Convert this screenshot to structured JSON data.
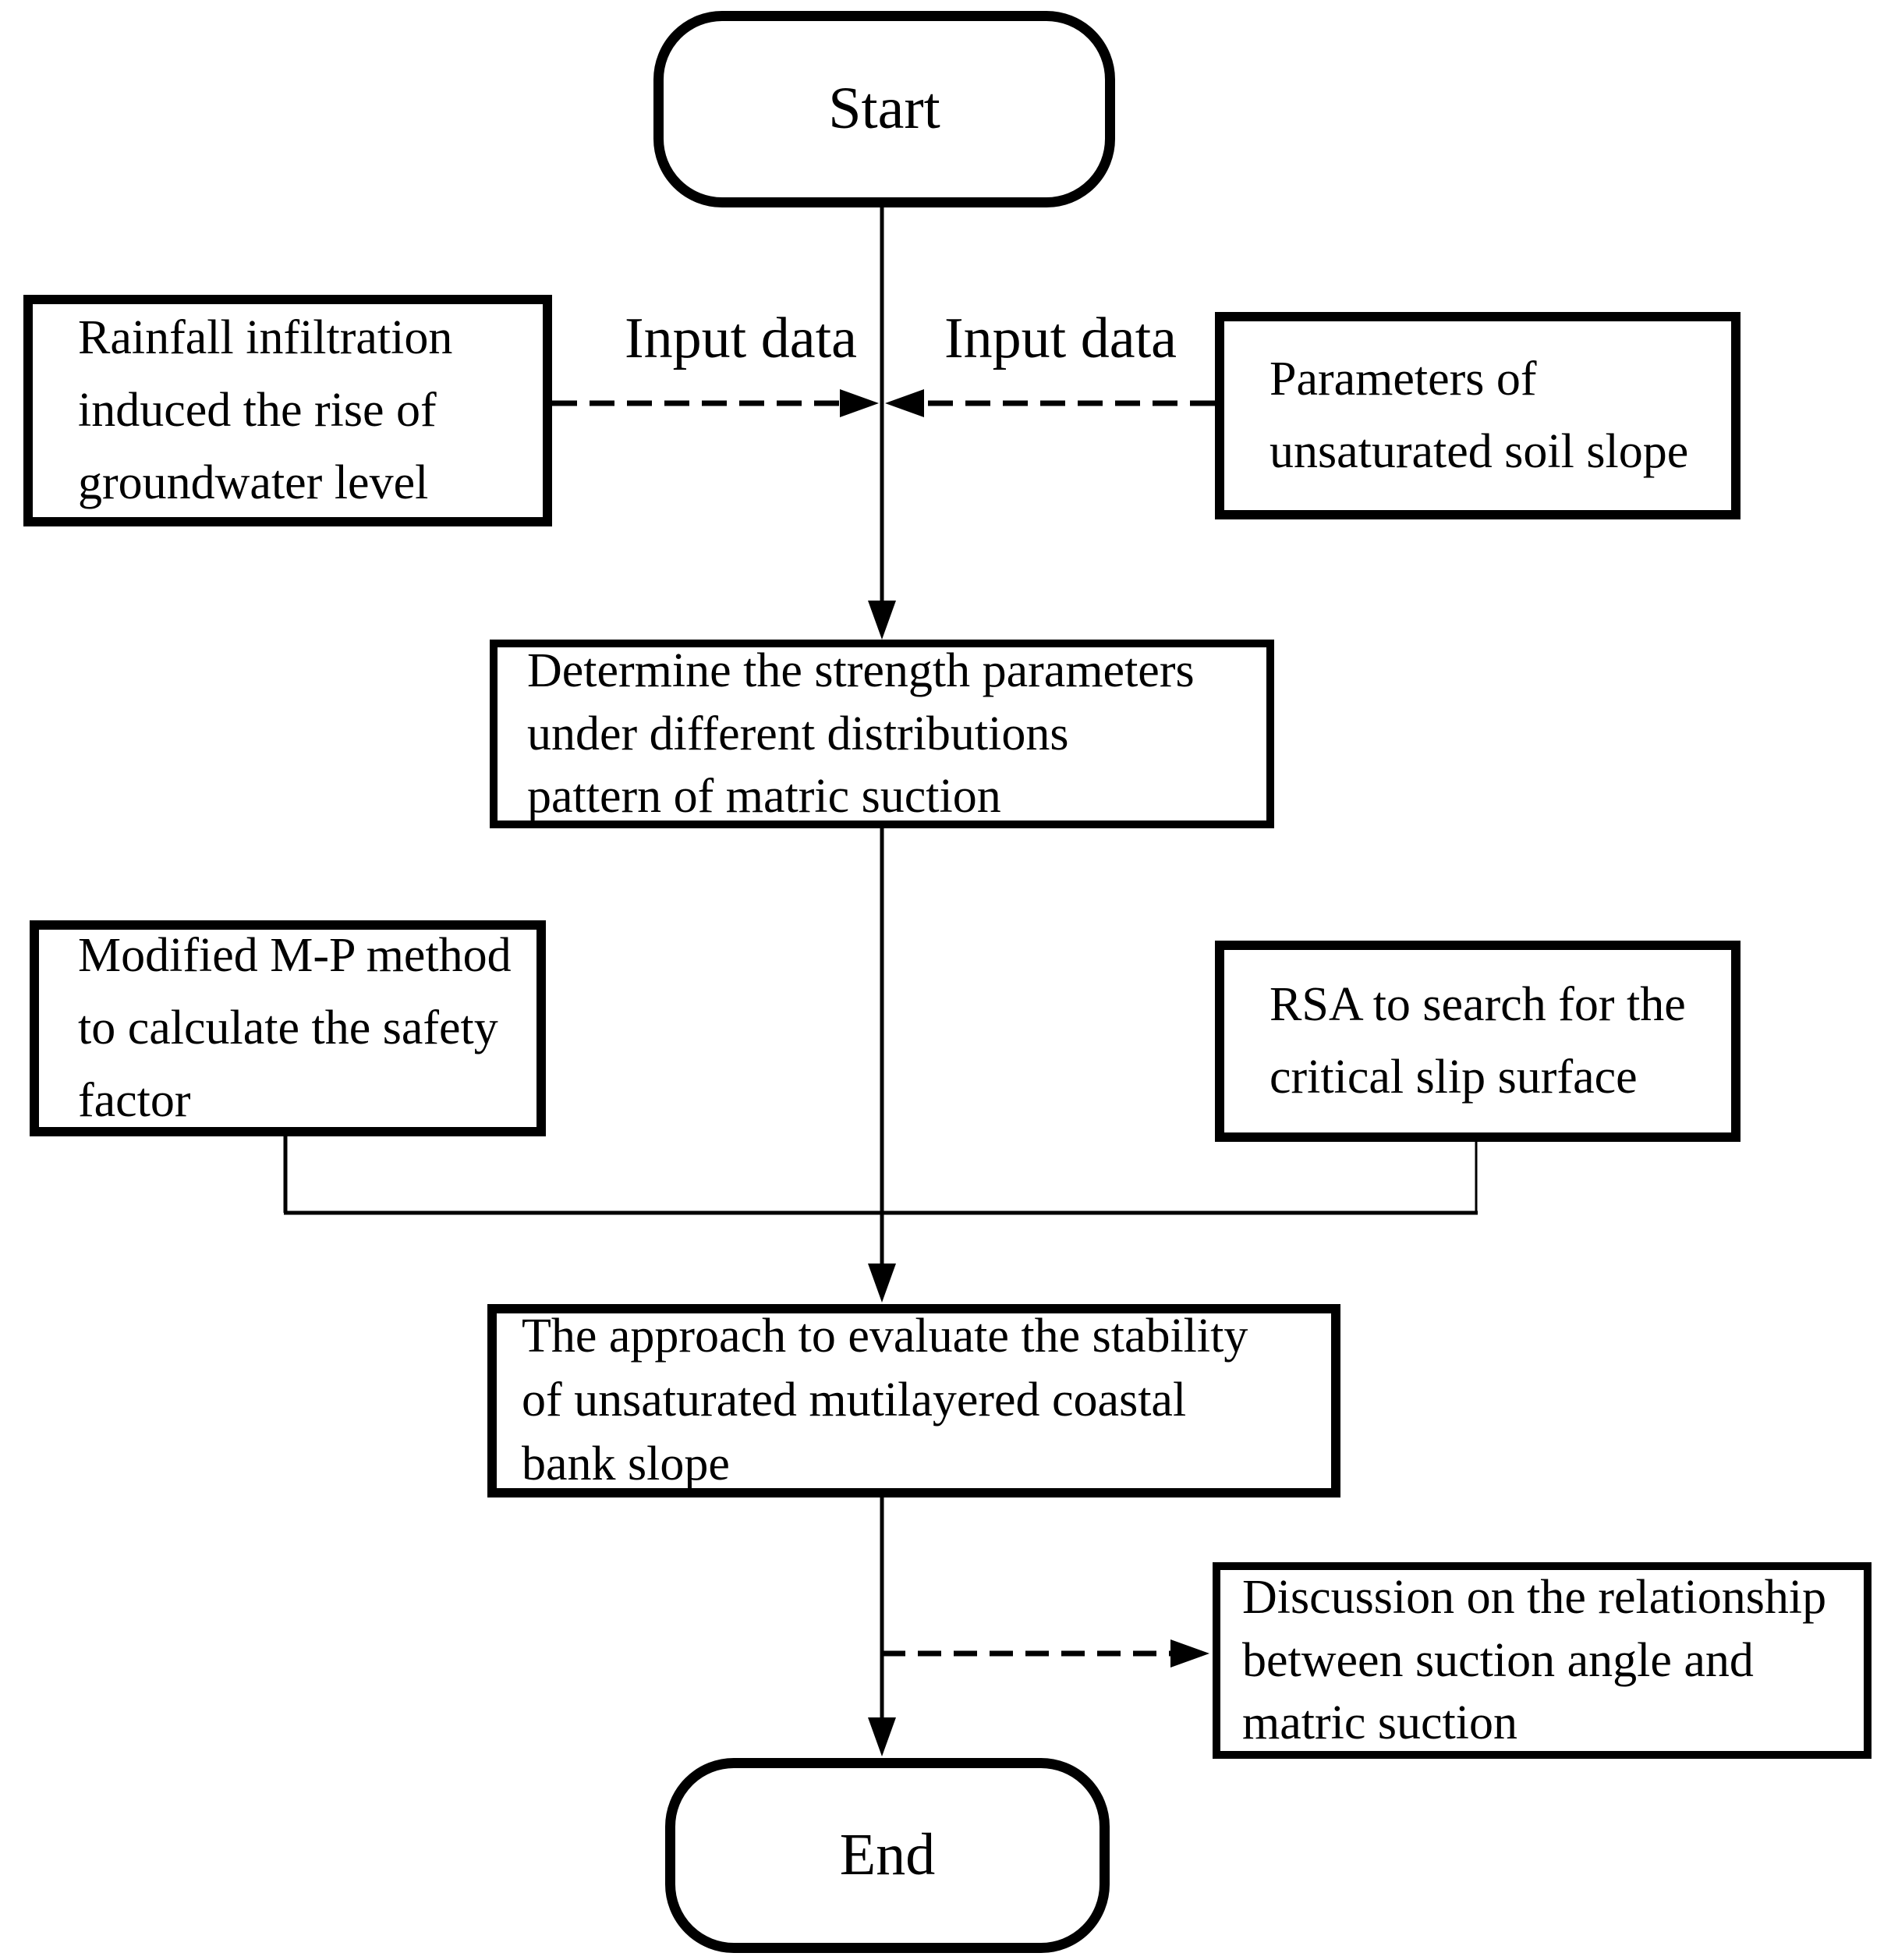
{
  "diagram": {
    "type": "flowchart",
    "colors": {
      "background": "#ffffff",
      "line": "#000000",
      "text": "#000000"
    },
    "nodes": {
      "start": {
        "shape": "terminal",
        "label": "Start"
      },
      "rainfall": {
        "shape": "process",
        "lines": [
          "Rainfall infiltration",
          "induced the rise of",
          "groundwater level"
        ]
      },
      "parameters": {
        "shape": "process",
        "lines": [
          "Parameters of",
          "unsaturated soil slope"
        ]
      },
      "determine": {
        "shape": "process",
        "lines": [
          "Determine the strength parameters",
          "under different distributions",
          "pattern of matric suction"
        ]
      },
      "modified_mp": {
        "shape": "process",
        "lines": [
          "Modified M-P method",
          "to calculate the safety",
          "factor"
        ]
      },
      "rsa": {
        "shape": "process",
        "lines": [
          "RSA to search for the",
          "critical slip surface"
        ]
      },
      "approach": {
        "shape": "process",
        "lines": [
          "The approach to evaluate the stability",
          "of unsaturated mutilayered coastal",
          "bank slope"
        ]
      },
      "discussion": {
        "shape": "process",
        "lines": [
          "Discussion on the relationship",
          "between suction angle and",
          "matric suction"
        ]
      },
      "end": {
        "shape": "terminal",
        "label": "End"
      }
    },
    "edge_labels": {
      "input_data_left": "Input data",
      "input_data_right": "Input data"
    }
  }
}
